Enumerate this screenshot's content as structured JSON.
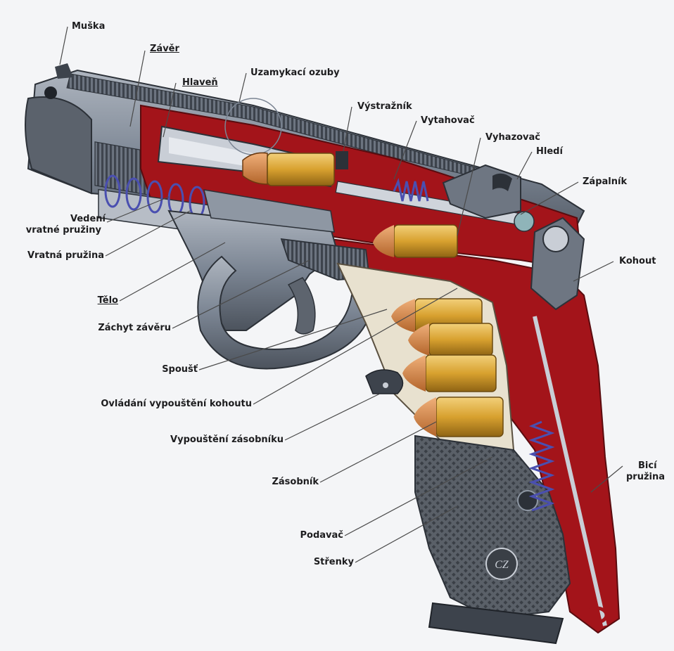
{
  "colors": {
    "background": "#f4f5f7",
    "steel": "#7b8593",
    "steel_dark": "#3d434c",
    "cutaway_red": "#a3141a",
    "brass": "#d8a12f",
    "spring": "#4a4fb0",
    "magazine_cream": "#e8e1cf",
    "leader": "#4a4a4a"
  },
  "icons": [
    "cz-logo-icon",
    "magnifier-ring-icon"
  ],
  "labels": {
    "muska": "Muška",
    "zaver": "Závěr",
    "hlaven": "Hlaveň",
    "uzamykaci_ozuby": "Uzamykací ozuby",
    "vystraznik": "Výstražník",
    "vytahovac": "Vytahovač",
    "vyhazovac": "Vyhazovač",
    "hledi": "Hledí",
    "zapalnik": "Zápalník",
    "vedeni_line1": "Vedení",
    "vedeni_line2": "vratné pružiny",
    "vratna_pruzina": "Vratná pružina",
    "kohout": "Kohout",
    "telo": "Tělo",
    "zachyt_zaveru": "Záchyt závěru",
    "spoust": "Spoušť",
    "ovladani": "Ovládání vypouštění kohoutu",
    "vypousteni_zasobniku": "Vypouštění zásobníku",
    "zasobnik": "Zásobník",
    "bici_line1": "Bicí",
    "bici_line2": "pružina",
    "podavac": "Podavač",
    "strenky": "Střenky"
  }
}
